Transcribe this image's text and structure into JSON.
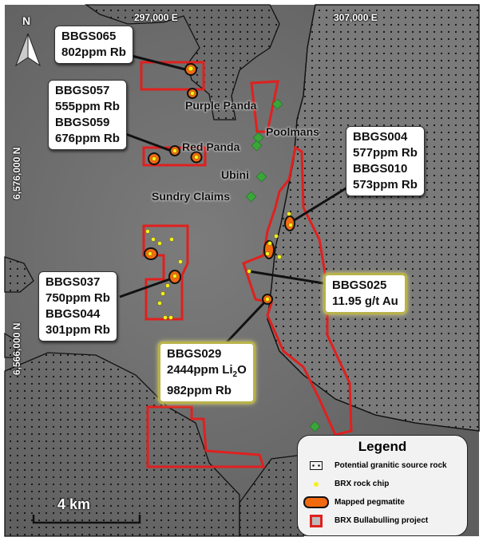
{
  "coordinates": {
    "easting": [
      "297,000 E",
      "307,000 E"
    ],
    "northing": [
      "6,576,000 N",
      "6,566,000 N"
    ]
  },
  "north_arrow": "N",
  "scale_bar": "4 km",
  "sites": [
    "Purple Panda",
    "Poolmans",
    "Red Panda",
    "Ubini",
    "Sundry Claims"
  ],
  "callouts": [
    {
      "lines": [
        "BBGS065",
        "802ppm Rb"
      ]
    },
    {
      "lines": [
        "BBGS057",
        "555ppm Rb",
        "BBGS059",
        "676ppm Rb"
      ]
    },
    {
      "lines": [
        "BBGS004",
        "577ppm Rb",
        "BBGS010",
        "573ppm Rb"
      ]
    },
    {
      "lines": [
        "BBGS037",
        "750ppm Rb",
        "BBGS044",
        "301ppm Rb"
      ]
    },
    {
      "lines": [
        "BBGS025",
        "11.95 g/t Au"
      ]
    },
    {
      "lines": [
        "BBGS029",
        "2444ppm Li",
        "2",
        "O",
        "982ppm Rb"
      ]
    }
  ],
  "legend": {
    "title": "Legend",
    "items": [
      "Potential granitic source rock",
      "BRX rock chip",
      "Mapped pegmatite",
      "BRX Bullabulling project"
    ]
  },
  "colors": {
    "project": "#e0201e",
    "pegmatite": "#f26a10",
    "rock_chip": "#f4f21a",
    "site": "#3aa63a",
    "background": "#6e6e6e"
  }
}
